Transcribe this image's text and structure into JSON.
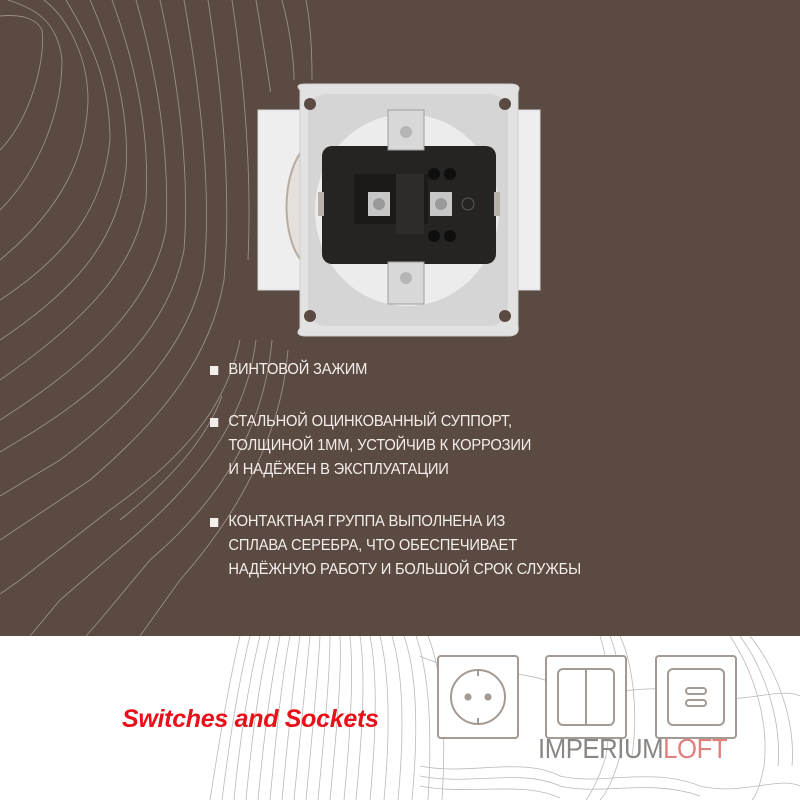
{
  "colors": {
    "top_background": "#5a4a42",
    "text_light": "#f4eeea",
    "brand_red": "#e8111a",
    "logo_gray": "#8a8683",
    "logo_pink": "#e0807c",
    "icon_stroke": "#a39a94"
  },
  "product": {
    "image_semantic": "socket-mechanism-back-view"
  },
  "features": [
    {
      "lines": [
        "ВИНТОВОЙ ЗАЖИМ"
      ]
    },
    {
      "lines": [
        "СТАЛЬНОЙ ОЦИНКОВАННЫЙ СУППОРТ,",
        "ТОЛЩИНОЙ 1ММ, УСТОЙЧИВ К КОРРОЗИИ",
        "И НАДЁЖЕН В ЭКСПЛУАТАЦИИ"
      ]
    },
    {
      "lines": [
        "КОНТАКТНАЯ ГРУППА ВЫПОЛНЕНА ИЗ",
        "СПЛАВА СЕРЕБРА, ЧТО ОБЕСПЕЧИВАЕТ",
        "НАДЁЖНУЮ РАБОТУ И БОЛЬШОЙ СРОК СЛУЖБЫ"
      ]
    }
  ],
  "footer": {
    "title": "Switches and Sockets",
    "icons": [
      "socket-icon",
      "double-switch-icon",
      "usb-charger-icon"
    ],
    "logo": {
      "part1": "IMPERIUM",
      "part2": "LOFT"
    }
  }
}
